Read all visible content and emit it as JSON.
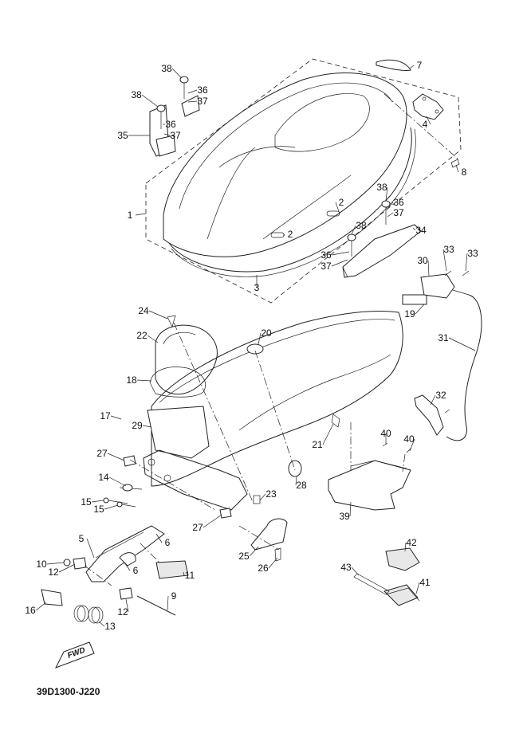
{
  "diagram": {
    "code": "39D1300-J220",
    "fwd_label": "FWD",
    "callouts": [
      "1",
      "2",
      "2",
      "3",
      "4",
      "5",
      "6",
      "6",
      "7",
      "8",
      "9",
      "10",
      "11",
      "12",
      "12",
      "13",
      "14",
      "15",
      "15",
      "16",
      "17",
      "18",
      "19",
      "20",
      "21",
      "22",
      "23",
      "24",
      "25",
      "26",
      "27",
      "27",
      "28",
      "29",
      "30",
      "31",
      "32",
      "33",
      "33",
      "34",
      "35",
      "36",
      "36",
      "36",
      "36",
      "37",
      "37",
      "37",
      "37",
      "38",
      "38",
      "38",
      "38",
      "39",
      "40",
      "40",
      "41",
      "42",
      "43"
    ]
  }
}
